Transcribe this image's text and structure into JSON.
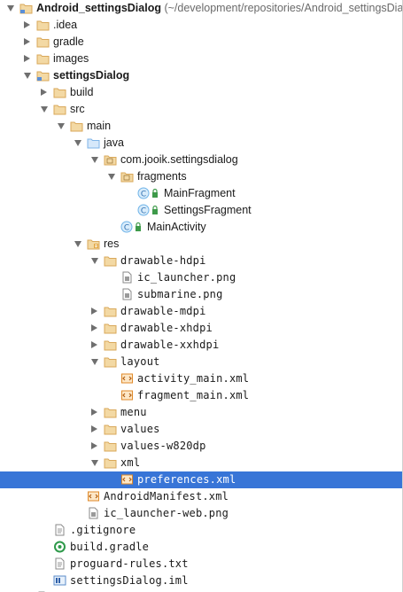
{
  "rows": [
    {
      "kind": "module",
      "name": "Android_settingsDialog",
      "extra": "(~/development/repositories/Android_settingsDialog)",
      "exp": "down",
      "level": 0,
      "bold": true
    },
    {
      "kind": "folder",
      "name": ".idea",
      "exp": "right",
      "level": 1
    },
    {
      "kind": "folder",
      "name": "gradle",
      "exp": "right",
      "level": 1
    },
    {
      "kind": "folder",
      "name": "images",
      "exp": "right",
      "level": 1
    },
    {
      "kind": "module",
      "name": "settingsDialog",
      "exp": "down",
      "level": 1,
      "bold": true
    },
    {
      "kind": "folder",
      "name": "build",
      "exp": "right",
      "level": 2
    },
    {
      "kind": "folder",
      "name": "src",
      "exp": "down",
      "level": 2
    },
    {
      "kind": "folder",
      "name": "main",
      "exp": "down",
      "level": 3
    },
    {
      "kind": "srcfolder",
      "name": "java",
      "exp": "down",
      "level": 4
    },
    {
      "kind": "package",
      "name": "com.jooik.settingsdialog",
      "exp": "down",
      "level": 5
    },
    {
      "kind": "package",
      "name": "fragments",
      "exp": "down",
      "level": 6
    },
    {
      "kind": "class",
      "name": "MainFragment",
      "exp": "none",
      "level": 7
    },
    {
      "kind": "class",
      "name": "SettingsFragment",
      "exp": "none",
      "level": 7
    },
    {
      "kind": "class",
      "name": "MainActivity",
      "exp": "none",
      "level": 6
    },
    {
      "kind": "resfolder",
      "name": "res",
      "exp": "down",
      "level": 4
    },
    {
      "kind": "folder",
      "name": "drawable-hdpi",
      "exp": "down",
      "level": 5,
      "mono": true
    },
    {
      "kind": "image",
      "name": "ic_launcher.png",
      "exp": "none",
      "level": 6,
      "mono": true
    },
    {
      "kind": "image",
      "name": "submarine.png",
      "exp": "none",
      "level": 6,
      "mono": true
    },
    {
      "kind": "folder",
      "name": "drawable-mdpi",
      "exp": "right",
      "level": 5,
      "mono": true
    },
    {
      "kind": "folder",
      "name": "drawable-xhdpi",
      "exp": "right",
      "level": 5,
      "mono": true
    },
    {
      "kind": "folder",
      "name": "drawable-xxhdpi",
      "exp": "right",
      "level": 5,
      "mono": true
    },
    {
      "kind": "folder",
      "name": "layout",
      "exp": "down",
      "level": 5,
      "mono": true
    },
    {
      "kind": "xml",
      "name": "activity_main.xml",
      "exp": "none",
      "level": 6,
      "mono": true
    },
    {
      "kind": "xml",
      "name": "fragment_main.xml",
      "exp": "none",
      "level": 6,
      "mono": true
    },
    {
      "kind": "folder",
      "name": "menu",
      "exp": "right",
      "level": 5,
      "mono": true
    },
    {
      "kind": "folder",
      "name": "values",
      "exp": "right",
      "level": 5,
      "mono": true
    },
    {
      "kind": "folder",
      "name": "values-w820dp",
      "exp": "right",
      "level": 5,
      "mono": true
    },
    {
      "kind": "folder",
      "name": "xml",
      "exp": "down",
      "level": 5,
      "mono": true
    },
    {
      "kind": "xml",
      "name": "preferences.xml",
      "exp": "none",
      "level": 6,
      "mono": true,
      "selected": true
    },
    {
      "kind": "xml",
      "name": "AndroidManifest.xml",
      "exp": "none",
      "level": 4,
      "mono": true
    },
    {
      "kind": "image",
      "name": "ic_launcher-web.png",
      "exp": "none",
      "level": 4,
      "mono": true
    },
    {
      "kind": "textfile",
      "name": ".gitignore",
      "exp": "none",
      "level": 2,
      "mono": true
    },
    {
      "kind": "gradle",
      "name": "build.gradle",
      "exp": "none",
      "level": 2,
      "mono": true
    },
    {
      "kind": "textfile",
      "name": "proguard-rules.txt",
      "exp": "none",
      "level": 2,
      "mono": true
    },
    {
      "kind": "iml",
      "name": "settingsDialog.iml",
      "exp": "none",
      "level": 2,
      "mono": true
    },
    {
      "kind": "textfile",
      "name": "",
      "exp": "none",
      "level": 1
    }
  ],
  "colors": {
    "selection": "#3875d7",
    "folder": "#d9a85a",
    "source_folder": "#7fb4e8",
    "class_icon": "#6fb3e8",
    "lock_green": "#3e9a4a",
    "xml_orange": "#e08a2a",
    "gradle_green": "#2f9a4b"
  }
}
